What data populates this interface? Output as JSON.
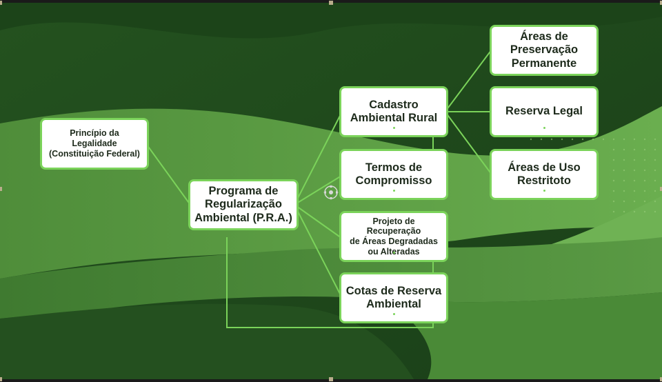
{
  "diagram": {
    "nodes": {
      "legalidade": {
        "lines": [
          "Princípio da Legalidade",
          "(Constituição Federal)"
        ]
      },
      "pra": {
        "lines": [
          "Programa de",
          "Regularização",
          "Ambiental (P.R.A.)"
        ]
      },
      "car": {
        "lines": [
          "Cadastro",
          "Ambiental Rural"
        ]
      },
      "termos": {
        "lines": [
          "Termos de",
          "Compromisso"
        ]
      },
      "prad": {
        "lines": [
          "Projeto de Recuperação",
          "de Áreas Degradadas",
          "ou Alteradas"
        ]
      },
      "cotas": {
        "lines": [
          "Cotas de Reserva",
          "Ambiental"
        ]
      },
      "app": {
        "lines": [
          "Áreas de",
          "Preservação",
          "Permanente"
        ]
      },
      "reserva_legal": {
        "lines": [
          "Reserva Legal"
        ]
      },
      "uso_restrito": {
        "lines": [
          "Áreas de Uso",
          "Restritoto"
        ]
      }
    },
    "connections": [
      [
        "legalidade",
        "pra"
      ],
      [
        "pra",
        "car"
      ],
      [
        "pra",
        "termos"
      ],
      [
        "pra",
        "prad"
      ],
      [
        "pra",
        "cotas"
      ],
      [
        "car",
        "app"
      ],
      [
        "car",
        "reserva_legal"
      ],
      [
        "car",
        "uso_restrito"
      ]
    ]
  },
  "colors": {
    "accent": "#7bd35a",
    "node_fill": "#ffffff",
    "text": "#1d2a1b",
    "background_dark": "#1f4a1d",
    "background_light": "#5f9e48"
  },
  "icons": {
    "canvas_move": "move-handle-icon"
  }
}
